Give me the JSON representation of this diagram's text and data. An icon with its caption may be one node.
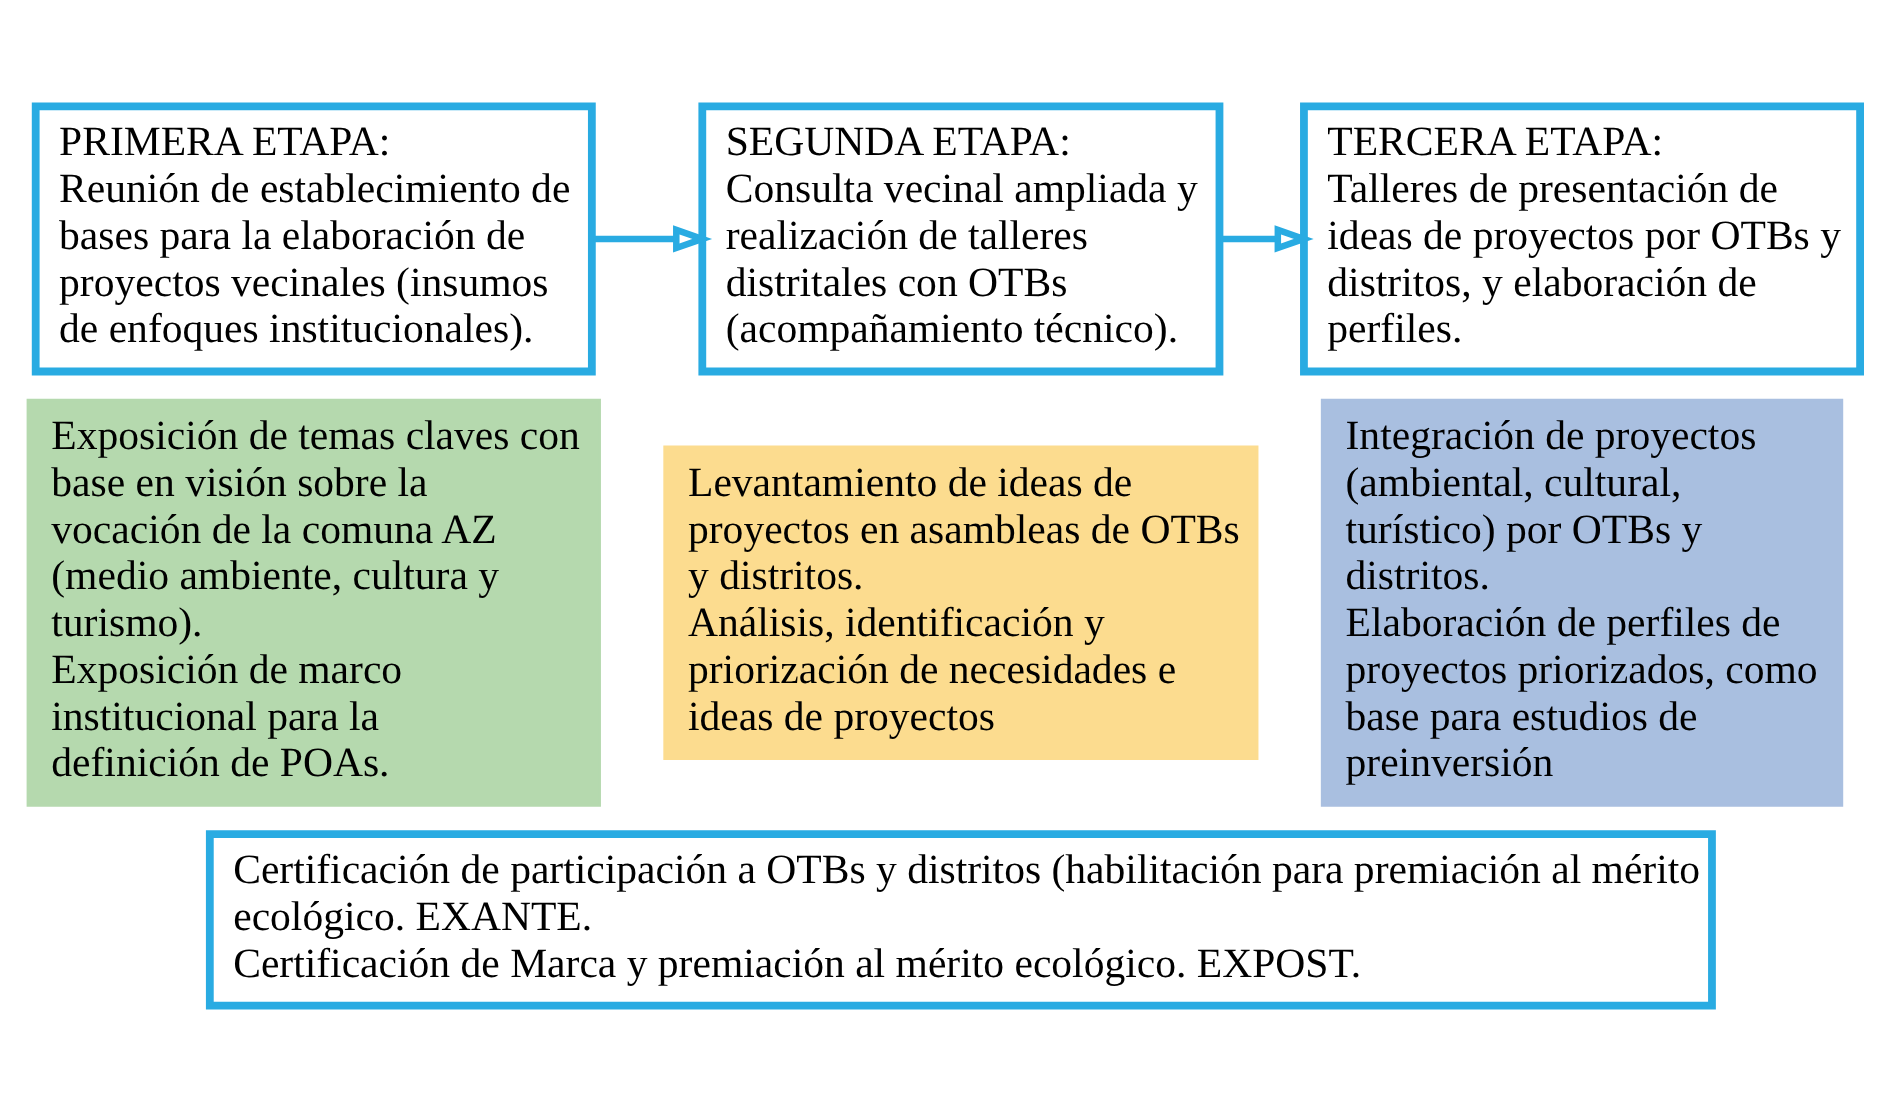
{
  "diagram": {
    "nodes": [
      {
        "text": [
          "PRIMERA ETAPA:",
          "Reunión de establecimiento de bases para la elaboración de proyectos vecinales (insumos de enfoques institucionales)."
        ]
      },
      {
        "text": [
          "SEGUNDA ETAPA:",
          "Consulta vecinal ampliada y realización de talleres distritales con OTBs (acompañamiento técnico)."
        ]
      },
      {
        "text": [
          "TERCERA ETAPA:",
          "Talleres de presentación de ideas de proyectos por OTBs y distritos, y elaboración de perfiles."
        ]
      },
      {
        "text": [
          "Exposición de temas claves con base en visión sobre la vocación de la comuna AZ (medio ambiente, cultura y turismo).",
          "Exposición de marco institucional para la definición de POAs."
        ]
      },
      {
        "text": [
          "Levantamiento de ideas de proyectos en asambleas de OTBs y distritos.",
          "Análisis, identificación y priorización de necesidades e ideas de proyectos"
        ]
      },
      {
        "text": [
          "Integración de proyectos (ambiental, cultural, turístico) por OTBs y distritos.",
          "Elaboración de perfiles de proyectos priorizados, como base para estudios de preinversión"
        ]
      },
      {
        "text": [
          "Certificación de participación a OTBs y distritos (habilitación para premiación al mérito ecológico. EXANTE.",
          "Certificación de Marca y premiación al mérito ecológico. EXPOST."
        ]
      }
    ],
    "edges": [
      {
        "from": 0,
        "to": 1,
        "arrow": "to"
      },
      {
        "from": 1,
        "to": 2,
        "arrow": "to"
      }
    ]
  }
}
